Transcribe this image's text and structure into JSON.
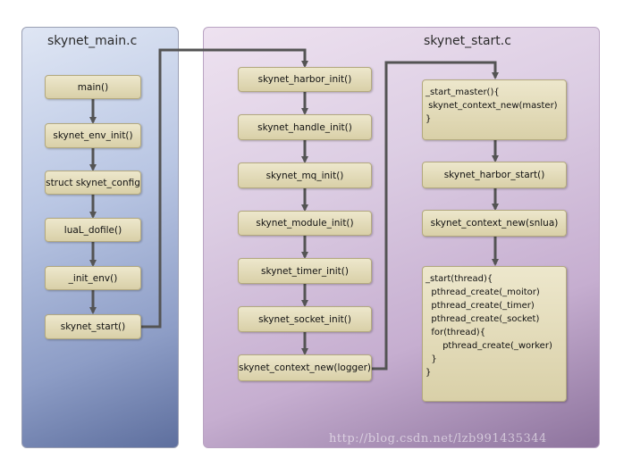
{
  "panels": {
    "main_title": "skynet_main.c",
    "start_title": "skynet_start.c"
  },
  "main_flow": [
    "main()",
    "skynet_env_init()",
    "struct skynet_config",
    "luaL_dofile()",
    "_init_env()",
    "skynet_start()"
  ],
  "start_flow": [
    "skynet_harbor_init()",
    "skynet_handle_init()",
    "skynet_mq_init()",
    "skynet_module_init()",
    "skynet_timer_init()",
    "skynet_socket_init()",
    "skynet_context_new(logger)"
  ],
  "master_flow": {
    "start_master": "_start_master(){\n skynet_context_new(master)\n}",
    "harbor_start": "skynet_harbor_start()",
    "context_snlua": "skynet_context_new(snlua)",
    "start_thread": "_start(thread){\n  pthread_create(_moitor)\n  pthread_create(_timer)\n  pthread_create(_socket)\n  for(thread){\n      pthread_create(_worker)\n  }\n}"
  },
  "watermark": "http://blog.csdn.net/lzb991435344",
  "colors": {
    "box_fill": "#e3dbb8",
    "box_border": "#b3a97f",
    "arrow": "#545454",
    "main_panel": "#a9b7dc",
    "start_panel": "#d4c1dc"
  }
}
